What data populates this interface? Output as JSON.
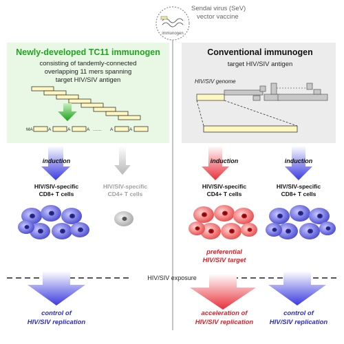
{
  "vaccine": {
    "label_line1": "Sendai virus (SeV)",
    "label_line2": "vector vaccine",
    "icon_text": "immunogen"
  },
  "left_panel": {
    "title": "Newly-developed TC11 immunogen",
    "desc_line1": "consisting of tandemly-connected",
    "desc_line2": "overlapping 11 mers spanning",
    "desc_line3": "target HIV/SIV antigen",
    "chain_ma": "MA",
    "chain_a": "A",
    "chain_dots": "……"
  },
  "right_panel": {
    "title": "Conventional immunogen",
    "subtitle": "target HIV/SIV antigen",
    "genome_label": "HIV/SIV genome"
  },
  "induction": {
    "label": "induction"
  },
  "cells": {
    "cd8_line1": "HIV/SIV-specific",
    "cd8_line2": "CD8+ T cells",
    "cd4_line1": "HIV/SIV-specific",
    "cd4_line2": "CD4+ T cells"
  },
  "target_note": {
    "line1": "preferential",
    "line2": "HIV/SIV target"
  },
  "exposure": {
    "label": "HIV/SIV exposure"
  },
  "outcomes": {
    "control_line1": "control of",
    "control_line2": "HIV/SIV replication",
    "accel_line1": "acceleration of",
    "accel_line2": "HIV/SIV replication"
  },
  "colors": {
    "left_panel_bg": "#e8f8e4",
    "left_title": "#1fa51f",
    "right_panel_bg": "#ececec",
    "blue": "#2b2bd0",
    "red": "#e0202a",
    "gray": "#a0a0a0",
    "fragment_fill": "#fff6c0"
  }
}
